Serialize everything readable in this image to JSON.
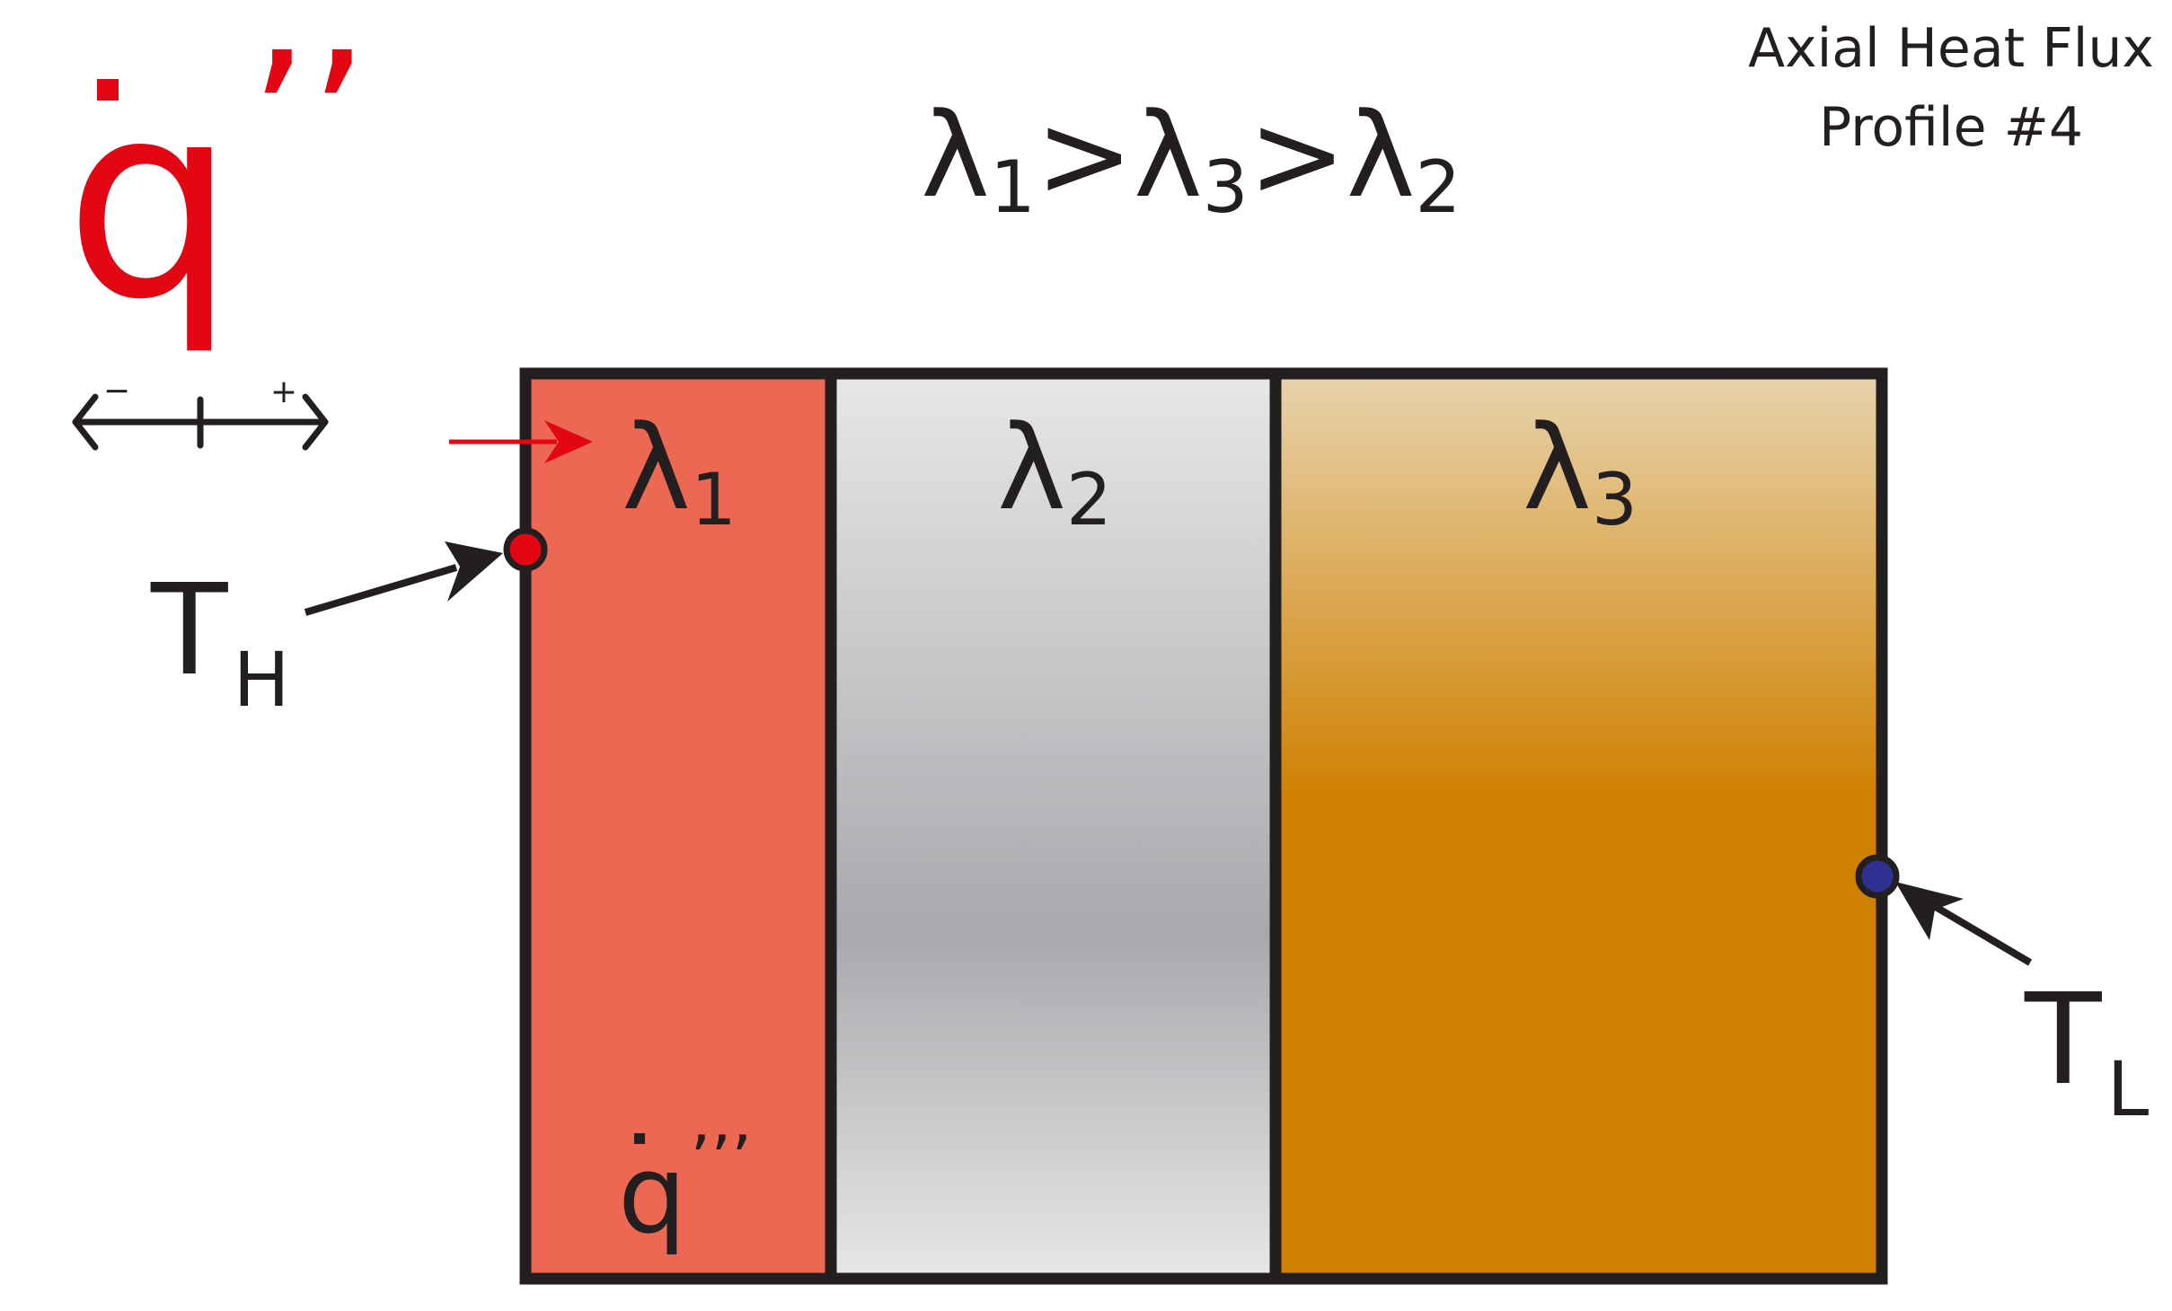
{
  "title": {
    "line1": "Axial Heat Flux",
    "line2": "Profile #4"
  },
  "inequality": {
    "symbol": "λ",
    "sub_a": "1",
    "op1": ">",
    "sub_b": "3",
    "op2": ">",
    "sub_c": "2"
  },
  "flux_legend": {
    "symbol": "q",
    "primes": "’’",
    "minus": "−",
    "plus": "+",
    "color": "#e30613"
  },
  "layers": [
    {
      "symbol": "λ",
      "sub": "1",
      "color": "#ec6852"
    },
    {
      "symbol": "λ",
      "sub": "2",
      "color_top": "#e6e7e8",
      "color_mid": "#a7a9ac"
    },
    {
      "symbol": "λ",
      "sub": "3",
      "color_top": "#e8d3ad",
      "color_bottom": "#d08000"
    }
  ],
  "generation": {
    "symbol": "q",
    "primes": "’’’"
  },
  "temperatures": {
    "hot": {
      "symbol": "T",
      "sub": "H",
      "color": "#e30613"
    },
    "cold": {
      "symbol": "T",
      "sub": "L",
      "color": "#2e3192"
    }
  },
  "outline_color": "#231f20"
}
